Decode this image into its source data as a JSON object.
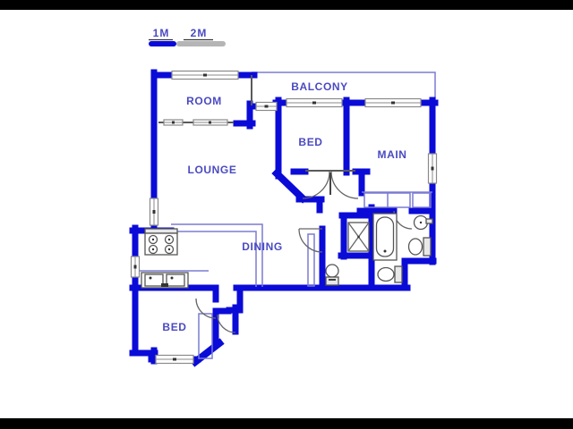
{
  "scale_bar": {
    "labels": [
      "1M",
      "2M"
    ]
  },
  "labels": {
    "room": "ROOM",
    "balcony": "BALCONY",
    "bed_top": "BED",
    "main": "MAIN",
    "lounge": "LOUNGE",
    "dining": "DINING",
    "bed_bottom": "BED"
  },
  "colors": {
    "wall": "#0b0bd8",
    "fixture": "#7b7bd4",
    "label": "#4a4ac2",
    "window_frame": "#8a8a8a",
    "door": "#666666",
    "detail": "#333333",
    "scale_gray": "#b5b5b5",
    "letterbox": "#000000"
  }
}
